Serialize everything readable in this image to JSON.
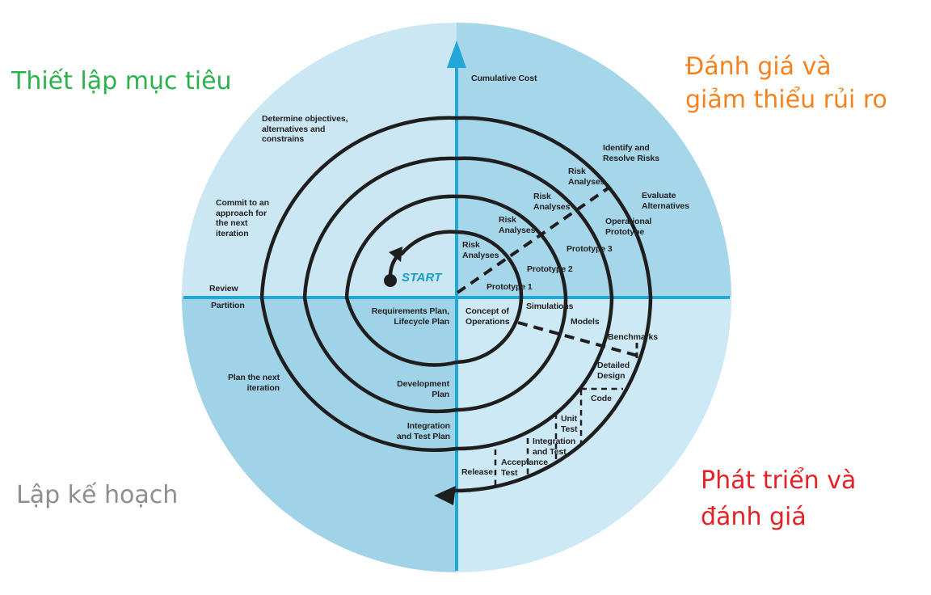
{
  "corner_labels": {
    "objectives": {
      "text": "Thiết lập mục tiêu",
      "color": "#2BB24C"
    },
    "risk": {
      "text": "Đánh giá và\ngiảm thiểu rủi ro",
      "color": "#F6821F"
    },
    "planning": {
      "text": "Lập kế hoạch",
      "color": "#8E8E8E"
    },
    "development": {
      "text": "Phát triển và\nđánh giá",
      "color": "#E32226"
    }
  },
  "diagram": {
    "colors": {
      "quadrant_top_left": "#CCE7F4",
      "quadrant_top_right": "#A6D6EA",
      "quadrant_bottom_left": "#A0D3E8",
      "quadrant_bottom_right": "#CDE9F6",
      "axis_line": "#23A6D8",
      "spiral_line": "#1E1E1E",
      "start_text": "#1B9BC6"
    },
    "labels": {
      "cumulative_cost": "Cumulative Cost",
      "determine_objectives": "Determine objectives,\nalternatives and\nconstrains",
      "commit_approach": "Commit to an\napproach for\nthe next\niteration",
      "review": "Review",
      "partition": "Partition",
      "plan_next_iteration": "Plan the next\niteration",
      "requirements_plan": "Requirements Plan,\nLifecycle Plan",
      "development_plan": "Development\nPlan",
      "integration_test_plan": "Integration\nand Test Plan",
      "start": "START",
      "concept_operations": "Concept of\nOperations",
      "risk_analyses_1": "Risk\nAnalyses",
      "risk_analyses_2": "Risk\nAnalyses",
      "risk_analyses_3": "Risk\nAnalyses",
      "risk_analyses_4": "Risk\nAnalyses",
      "identify_resolve_risks": "Identify and\nResolve Risks",
      "evaluate_alternatives": "Evaluate\nAlternatives",
      "operational_prototype": "Operational\nPrototype",
      "prototype_1": "Prototype 1",
      "prototype_2": "Prototype 2",
      "prototype_3": "Prototype 3",
      "simulations": "Simulations",
      "models": "Models",
      "benchmarks": "Benchmarks",
      "detailed_design": "Detailed\nDesign",
      "code": "Code",
      "unit_test": "Unit\nTest",
      "integration_and_test": "Integration\nand Test",
      "acceptance_test": "Acceptance\nTest",
      "release": "Release"
    }
  }
}
